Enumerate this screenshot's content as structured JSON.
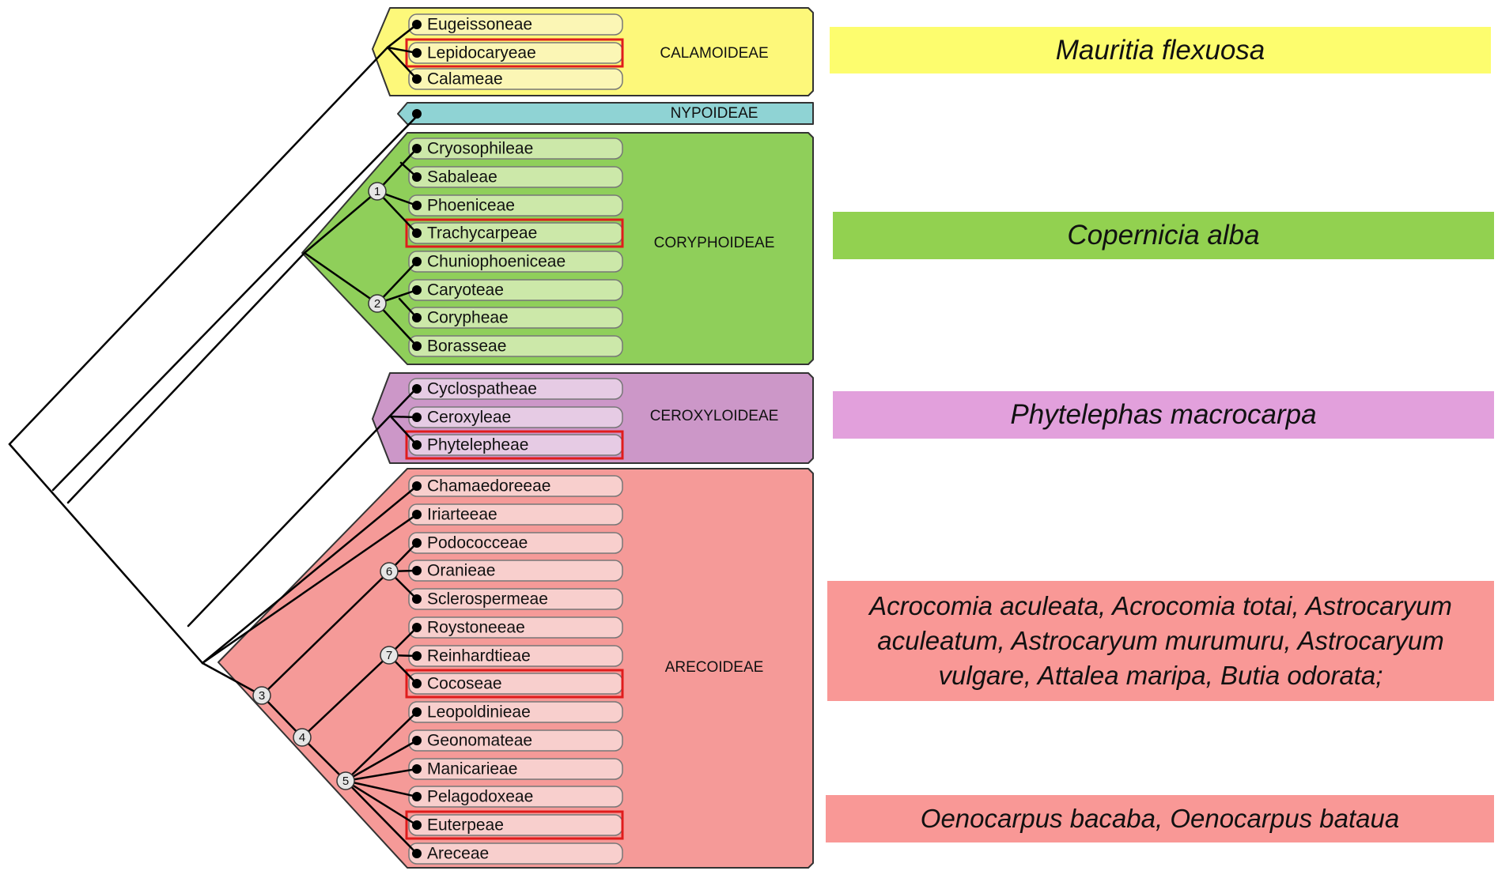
{
  "subfamilies": [
    {
      "id": "calamoideae",
      "name": "CALAMOIDEAE",
      "color": "#fdf87a",
      "tip_color": "#fbf6b5",
      "tribes": [
        {
          "name": "Eugeissoneae",
          "highlight": false
        },
        {
          "name": "Lepidocaryeae",
          "highlight": true
        },
        {
          "name": "Calameae",
          "highlight": false
        }
      ]
    },
    {
      "id": "nypoideae",
      "name": "NYPOIDEAE",
      "color": "#8fd3d4",
      "tip_color": "#8fd3d4",
      "tribes": []
    },
    {
      "id": "coryphoideae",
      "name": "CORYPHOIDEAE",
      "color": "#8fcf5a",
      "tip_color": "#cce8a9",
      "tribes": [
        {
          "name": "Cryosophileae",
          "highlight": false
        },
        {
          "name": "Sabaleae",
          "highlight": false
        },
        {
          "name": "Phoeniceae",
          "highlight": false
        },
        {
          "name": "Trachycarpeae",
          "highlight": true
        },
        {
          "name": "Chuniophoeniceae",
          "highlight": false
        },
        {
          "name": "Caryoteae",
          "highlight": false
        },
        {
          "name": "Corypheae",
          "highlight": false
        },
        {
          "name": "Borasseae",
          "highlight": false
        }
      ]
    },
    {
      "id": "ceroxyloideae",
      "name": "CEROXYLOIDEAE",
      "color": "#cc97c8",
      "tip_color": "#e6cbe4",
      "tribes": [
        {
          "name": "Cyclospatheae",
          "highlight": false
        },
        {
          "name": "Ceroxyleae",
          "highlight": false
        },
        {
          "name": "Phytelepheae",
          "highlight": true
        }
      ]
    },
    {
      "id": "arecoideae",
      "name": "ARECOIDEAE",
      "color": "#f59a98",
      "tip_color": "#f8cfcd",
      "tribes": [
        {
          "name": "Chamaedoreeae",
          "highlight": false
        },
        {
          "name": "Iriarteeae",
          "highlight": false
        },
        {
          "name": "Podococceae",
          "highlight": false
        },
        {
          "name": "Oranieae",
          "highlight": false
        },
        {
          "name": "Sclerospermeae",
          "highlight": false
        },
        {
          "name": "Roystoneeae",
          "highlight": false
        },
        {
          "name": "Reinhardtieae",
          "highlight": false
        },
        {
          "name": "Cocoseae",
          "highlight": true
        },
        {
          "name": "Leopoldinieae",
          "highlight": false
        },
        {
          "name": "Geonomateae",
          "highlight": false
        },
        {
          "name": "Manicarieae",
          "highlight": false
        },
        {
          "name": "Pelagodoxeae",
          "highlight": false
        },
        {
          "name": "Euterpeae",
          "highlight": true
        },
        {
          "name": "Areceae",
          "highlight": false
        }
      ]
    }
  ],
  "node_labels": [
    "1",
    "2",
    "3",
    "4",
    "5",
    "6",
    "7"
  ],
  "species": [
    {
      "id": "mauritia",
      "color": "#fdfd6e",
      "lines": [
        "Mauritia flexuosa"
      ]
    },
    {
      "id": "copernicia",
      "color": "#92d150",
      "lines": [
        "Copernicia alba"
      ]
    },
    {
      "id": "phytelephas",
      "color": "#e2a0dc",
      "lines": [
        "Phytelephas macrocarpa"
      ]
    },
    {
      "id": "acrocomia",
      "color": "#f99896",
      "lines": [
        "Acrocomia aculeata, Acrocomia totai, Astrocaryum",
        "aculeatum, Astrocaryum murumuru, Astrocaryum",
        "vulgare, Attalea maripa, Butia odorata;"
      ]
    },
    {
      "id": "oenocarpus",
      "color": "#f99896",
      "lines": [
        "Oenocarpus bacaba, Oenocarpus bataua"
      ]
    }
  ],
  "highlight_color": "#e01c1c"
}
